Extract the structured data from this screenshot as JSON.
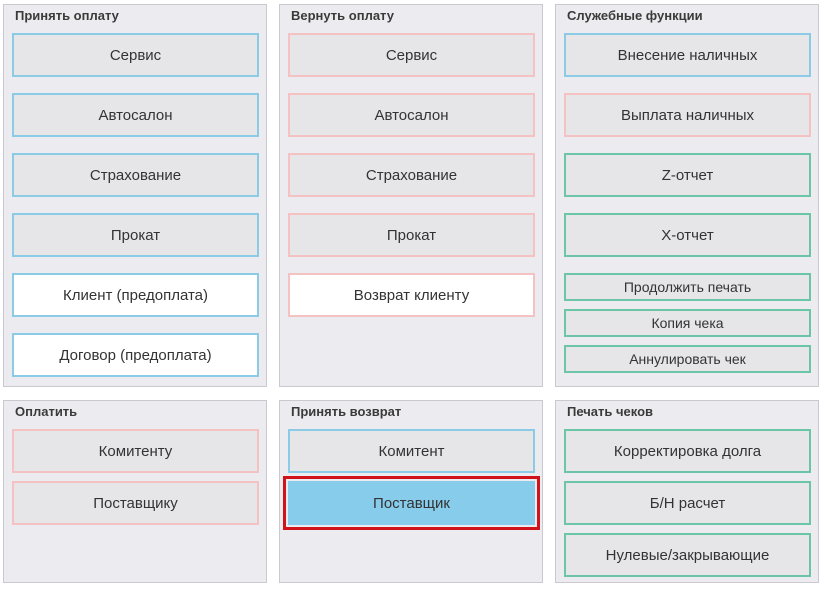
{
  "panels": {
    "accept_payment": {
      "title": "Принять оплату",
      "buttons": [
        "Сервис",
        "Автосалон",
        "Страхование",
        "Прокат",
        "Клиент (предоплата)",
        "Договор (предоплата)"
      ]
    },
    "return_payment": {
      "title": "Вернуть оплату",
      "buttons": [
        "Сервис",
        "Автосалон",
        "Страхование",
        "Прокат",
        "Возврат клиенту"
      ]
    },
    "service_functions": {
      "title": "Служебные функции",
      "buttons": [
        "Внесение наличных",
        "Выплата наличных",
        "Z-отчет",
        "X-отчет",
        "Продолжить печать",
        "Копия чека",
        "Аннулировать чек"
      ]
    },
    "pay": {
      "title": "Оплатить",
      "buttons": [
        "Комитенту",
        "Поставщику"
      ]
    },
    "accept_return": {
      "title": "Принять возврат",
      "buttons": [
        "Комитент",
        "Поставщик"
      ]
    },
    "print_receipts": {
      "title": "Печать чеков",
      "buttons": [
        "Корректировка долга",
        "Б/Н расчет",
        "Нулевые/закрывающие"
      ]
    }
  },
  "colors": {
    "blue_border": "#8ccbe6",
    "pink_border": "#f5c2c4",
    "green_border": "#6cc5a6",
    "active_fill": "#87cceb",
    "focus_outline": "#d0121b"
  },
  "selected_button": "Поставщик"
}
